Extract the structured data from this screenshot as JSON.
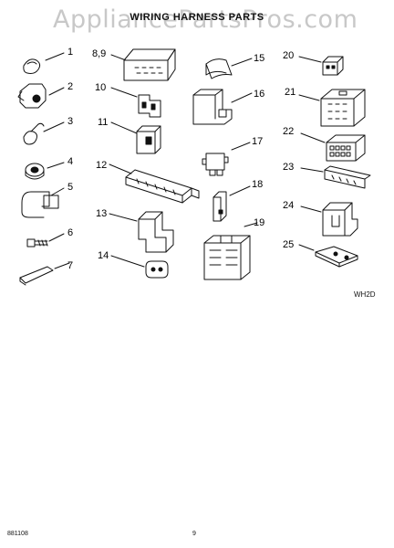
{
  "header": {
    "watermark": "AppliancePartsPros.com",
    "title": "WIRING HARNESS PARTS",
    "subtitle": "",
    "subtitle2": ""
  },
  "callouts": [
    "1",
    "2",
    "3",
    "4",
    "5",
    "6",
    "7",
    "8,9",
    "10",
    "11",
    "12",
    "13",
    "14",
    "15",
    "16",
    "17",
    "18",
    "19",
    "20",
    "21",
    "22",
    "23",
    "24",
    "25"
  ],
  "diagram_code": "WH2D",
  "footer": {
    "part_number": "881108",
    "page_number": "9"
  }
}
